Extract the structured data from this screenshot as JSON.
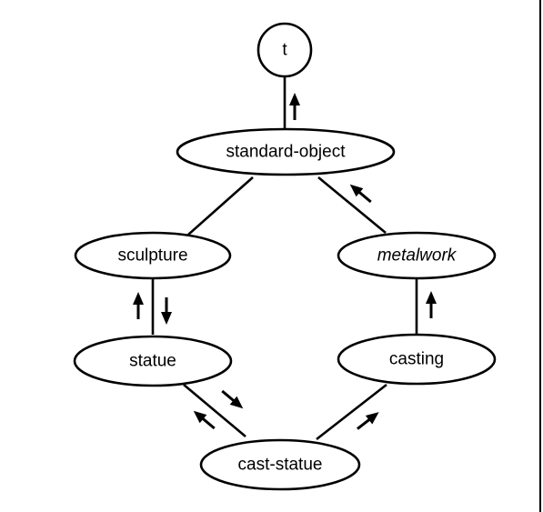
{
  "nodes": {
    "t": "t",
    "standard_object": "standard-object",
    "sculpture": "sculpture",
    "metalwork": "metalwork",
    "statue": "statue",
    "casting": "casting",
    "cast_statue": "cast-statue"
  }
}
